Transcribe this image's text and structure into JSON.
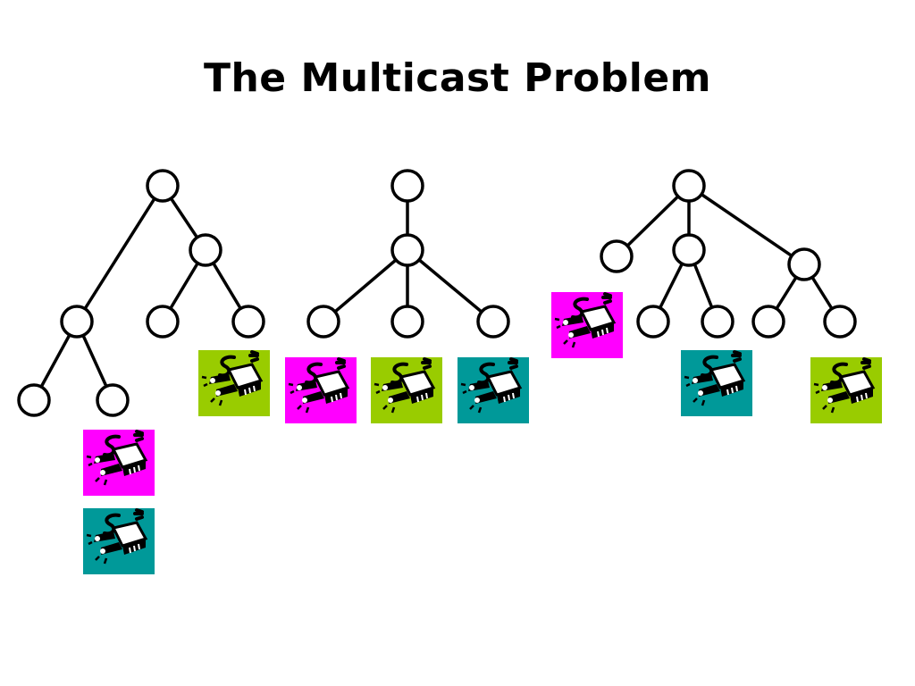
{
  "title": "The Multicast Problem",
  "colors": {
    "magenta": "#ff00ff",
    "green": "#99cc00",
    "teal": "#009999"
  },
  "icon": "plug-icon",
  "trees": [
    {
      "id": "tree-1",
      "subscribers": [
        "green",
        "magenta",
        "teal"
      ]
    },
    {
      "id": "tree-2",
      "subscribers": [
        "magenta",
        "green",
        "teal"
      ]
    },
    {
      "id": "tree-3",
      "subscribers": [
        "magenta",
        "teal",
        "green"
      ]
    }
  ]
}
